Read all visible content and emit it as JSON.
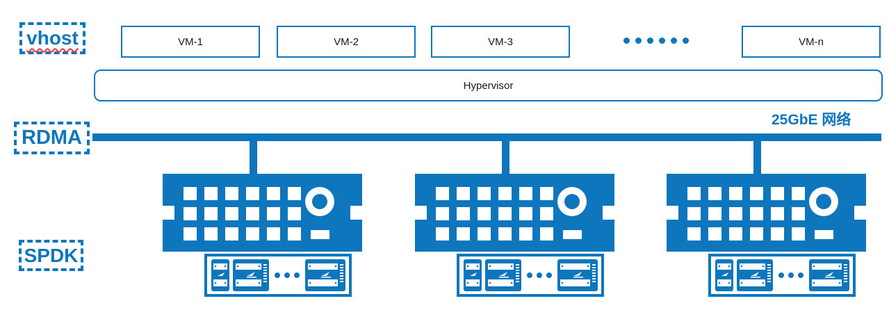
{
  "colors": {
    "accent": "#0e76bd",
    "squiggle_red": "#ff3333",
    "text_dark": "#1a1a1a"
  },
  "side_labels": {
    "vhost": "vhost",
    "rdma": "RDMA",
    "spdk": "SPDK"
  },
  "vm_row": {
    "vm1": "VM-1",
    "vm2": "VM-2",
    "vm3": "VM-3",
    "vmn": "VM-n",
    "ellipsis_dots": 6
  },
  "hypervisor": {
    "label": "Hypervisor"
  },
  "network": {
    "label": "25GbE 网络"
  },
  "storage": {
    "ssd_ellipsis_dots": 3,
    "server_count": 3
  },
  "icons": {
    "server": "rack-server-icon",
    "ssd": "ssd-drive-icon",
    "ellipsis": "ellipsis-dots"
  }
}
